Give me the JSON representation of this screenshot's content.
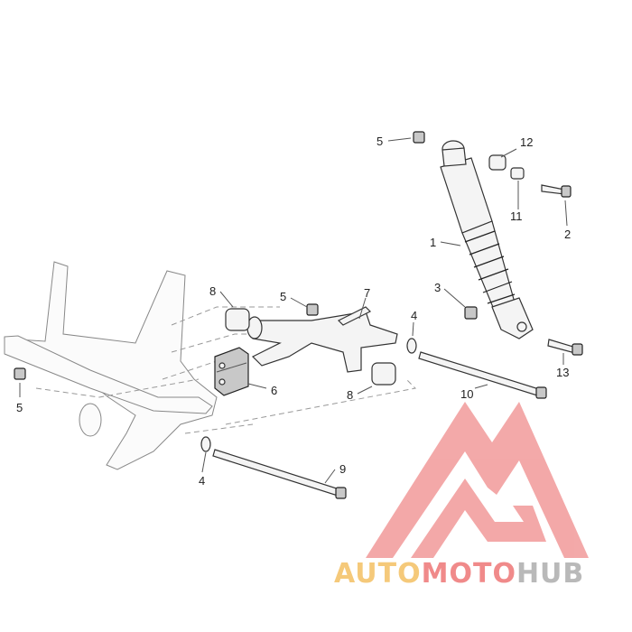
{
  "callouts": [
    {
      "id": "lbl-1",
      "text": "1"
    },
    {
      "id": "lbl-2",
      "text": "2"
    },
    {
      "id": "lbl-3",
      "text": "3"
    },
    {
      "id": "lbl-4a",
      "text": "4"
    },
    {
      "id": "lbl-4b",
      "text": "4"
    },
    {
      "id": "lbl-5a",
      "text": "5"
    },
    {
      "id": "lbl-5b",
      "text": "5"
    },
    {
      "id": "lbl-5c",
      "text": "5"
    },
    {
      "id": "lbl-6",
      "text": "6"
    },
    {
      "id": "lbl-7",
      "text": "7"
    },
    {
      "id": "lbl-8a",
      "text": "8"
    },
    {
      "id": "lbl-8b",
      "text": "8"
    },
    {
      "id": "lbl-9",
      "text": "9"
    },
    {
      "id": "lbl-10",
      "text": "10"
    },
    {
      "id": "lbl-11",
      "text": "11"
    },
    {
      "id": "lbl-12",
      "text": "12"
    },
    {
      "id": "lbl-13",
      "text": "13"
    }
  ],
  "watermark": {
    "part1": "AUTO",
    "part2": "MOTO",
    "part3": "HUB",
    "color1": "#f5c97a",
    "color2": "#f08a8a",
    "color3": "#b9b9b9",
    "logo_color": "#f19a9a"
  }
}
